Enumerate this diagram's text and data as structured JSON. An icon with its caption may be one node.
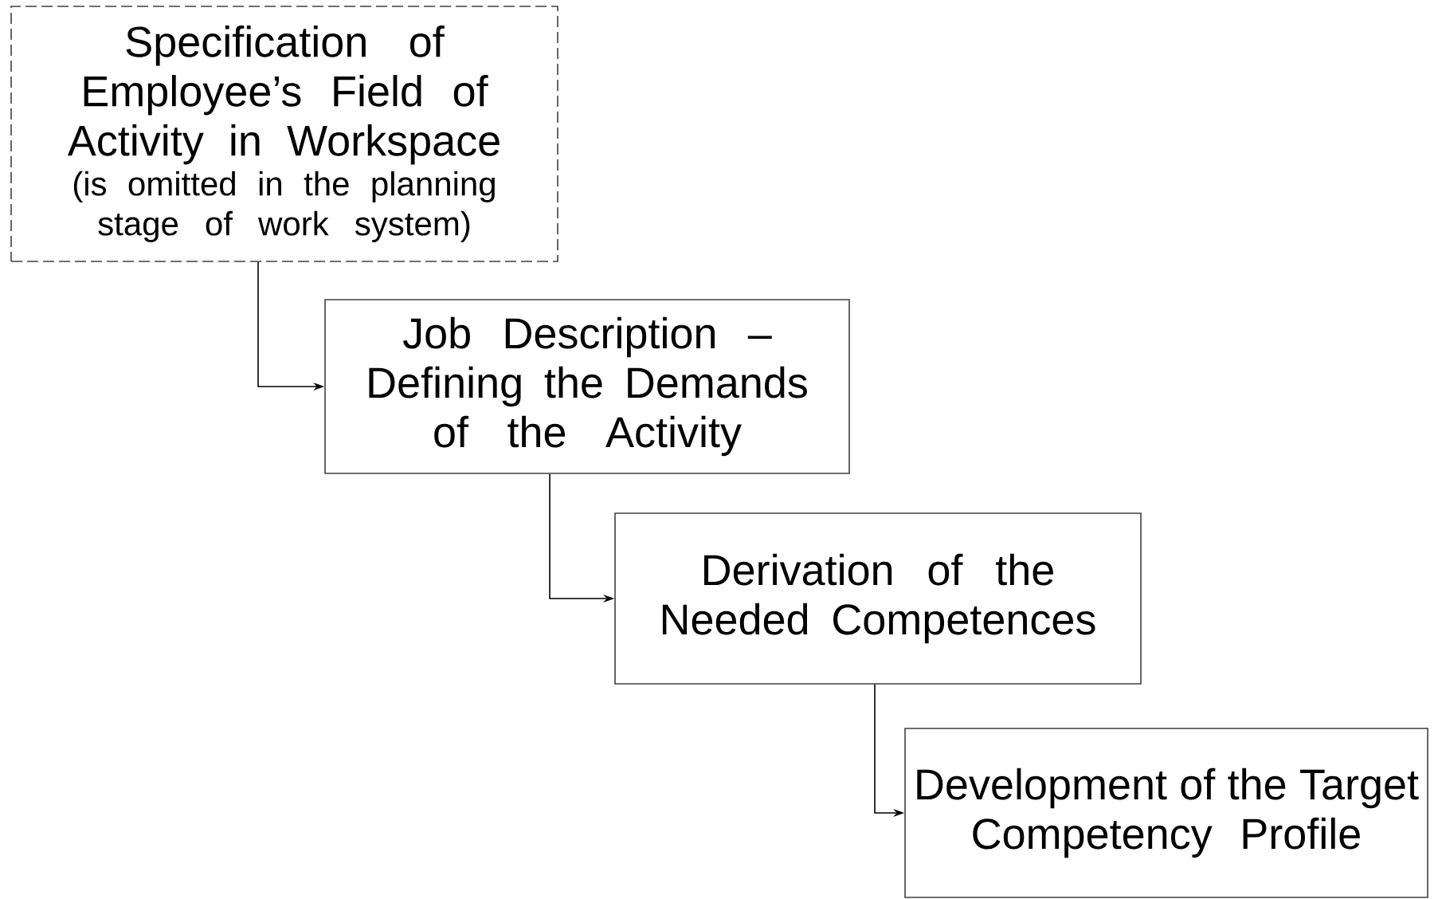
{
  "diagram": {
    "nodes": [
      {
        "text": [
          "Specification of Employee’s Field of Activity in Workspace",
          "(is omitted in the planning stage of work system)"
        ]
      },
      {
        "text": [
          "Job Description – Defining the Demands of the Activity"
        ]
      },
      {
        "text": [
          "Derivation of the Needed Competences"
        ]
      },
      {
        "text": [
          "Development of the Target Competency Profile"
        ]
      }
    ],
    "edges": [
      {
        "from": 0,
        "to": 1,
        "arrow": "to"
      },
      {
        "from": 1,
        "to": 2,
        "arrow": "to"
      },
      {
        "from": 2,
        "to": 3,
        "arrow": "to"
      }
    ]
  }
}
